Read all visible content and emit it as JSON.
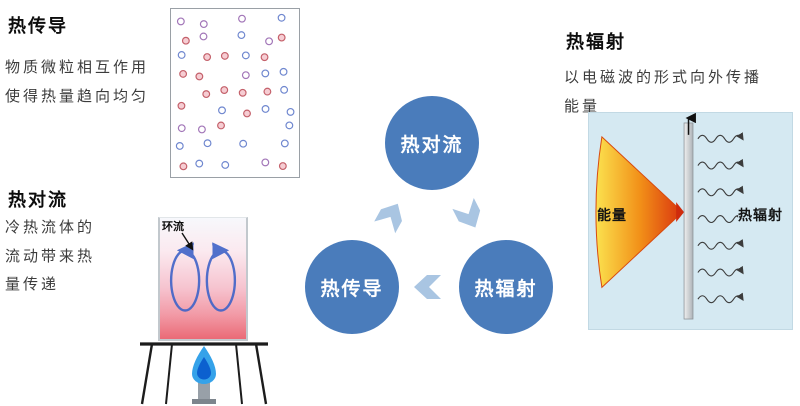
{
  "sections": {
    "conduction": {
      "title": "热传导",
      "description": "物质微粒相互作用\n使得热量趋向均匀"
    },
    "convection": {
      "title": "热对流",
      "description": "冷热流体的\n流动带来热\n量传递",
      "circulation_label": "环流"
    },
    "radiation": {
      "title": "热辐射",
      "description": "以电磁波的形式向外传播\n能量",
      "energy_label": "能量",
      "radiation_label": "热辐射"
    }
  },
  "cycle": {
    "nodes": [
      {
        "id": "convection",
        "label": "热对流"
      },
      {
        "id": "conduction",
        "label": "热传导"
      },
      {
        "id": "radiation",
        "label": "热辐射"
      }
    ],
    "node_color": "#4a7cbb",
    "arrow_color": "#a9c5e2"
  },
  "illustration_colors": {
    "particle_warm_stroke": "#c4606a",
    "particle_warm_fill": "#f6cdd3",
    "particle_cool_stroke": "#6f87cf",
    "particle_violet_stroke": "#a276b8",
    "circulation_stroke": "#3f63c8",
    "flame_outer": "#35a2e9",
    "flame_inner": "#0c60cf",
    "radiation_background": "#d5e9f2",
    "energy_cone_gradient": [
      "#fbe14e",
      "#f29018",
      "#dd4110"
    ]
  }
}
